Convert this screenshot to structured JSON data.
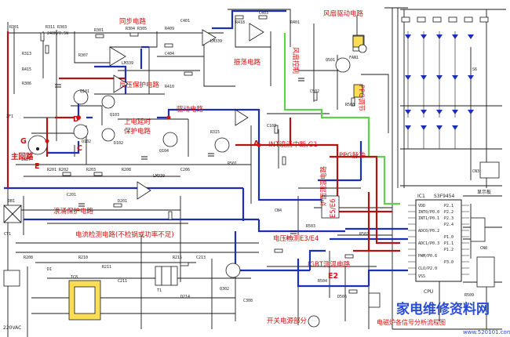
{
  "labels": {
    "sync": "同步电路",
    "fan": "风扇驱动电路",
    "osc": "振荡电路",
    "overvolt": "反压保护电路",
    "drive": "驱动电路",
    "power_delay": "上电延时",
    "power_delay2": "保护电路",
    "main_loop": "主回路",
    "int_interrupt": "INT浪涌中断,G1",
    "surge": "浪涌保护电路",
    "current_detect": "电流检测电路(不检锅或功率不足)",
    "voltage_detect": "电压检测E3/E4",
    "igbt_temp": "IGBT测温电路",
    "e2": "E2",
    "ppg": "PPG脉冲",
    "sw_power": "开关电源部分",
    "pan_temp": "炉面测温电路",
    "pan_temp_code": "E5/E6",
    "fan_ctrl": "风扇控制",
    "ppg_ctrl": "PPG调节",
    "cpu": "CPU",
    "display": "显示板",
    "ic1": "IC1",
    "ic1_part": "S3F9454",
    "cn_ac": "220VAC",
    "d_mark": "D",
    "a_mark": "A",
    "c_mark": "C",
    "g_mark": "G",
    "e_mark": "E"
  },
  "watermark": {
    "main": "家电维修资料网",
    "sub": "电磁炉各信号分析流程图",
    "url": "www.520101.com"
  },
  "colors": {
    "label_red": "#d41010",
    "wire_blue": "#1d2fb5",
    "wire_red": "#b21414",
    "wire_green": "#5fd14a",
    "watermark_blue": "#2a4bd6"
  }
}
